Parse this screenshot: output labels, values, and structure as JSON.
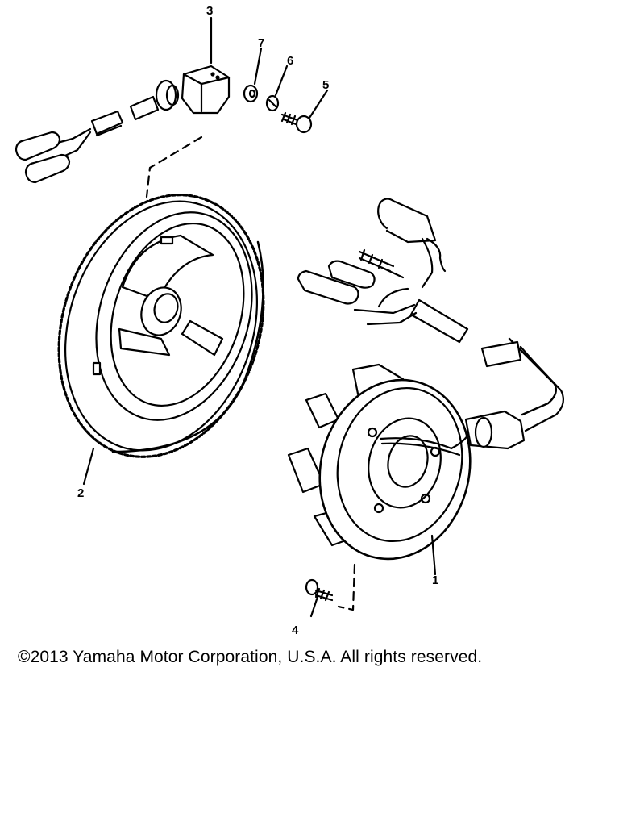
{
  "callouts": [
    {
      "id": "1",
      "text": "1"
    },
    {
      "id": "2",
      "text": "2"
    },
    {
      "id": "3",
      "text": "3"
    },
    {
      "id": "4",
      "text": "4"
    },
    {
      "id": "5",
      "text": "5"
    },
    {
      "id": "6",
      "text": "6"
    },
    {
      "id": "7",
      "text": "7"
    }
  ],
  "copyright": "©2013 Yamaha Motor Corporation, U.S.A. All rights reserved.",
  "colors": {
    "ink": "#000000",
    "paper": "#ffffff"
  }
}
